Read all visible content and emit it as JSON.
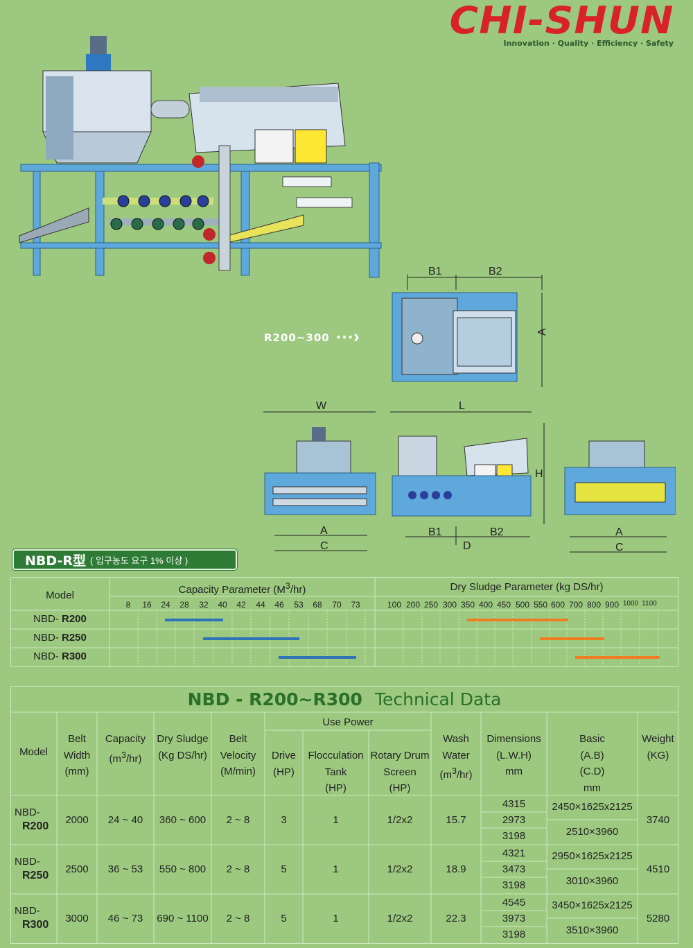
{
  "brand": {
    "logo": "CHI-SHUN",
    "tagline": "Innovation · Quality · Efficiency · Safety",
    "logo_color": "#d8222a"
  },
  "diagram": {
    "arrow_label": "R200~300",
    "labels": {
      "b1": "B1",
      "b2": "B2",
      "a": "A",
      "w": "W",
      "l": "L",
      "h": "H",
      "c": "C",
      "d": "D"
    }
  },
  "section_tag": {
    "name": "NBD-R型",
    "note": "( 입구농도 요구 1% 이상  )"
  },
  "capacity_chart": {
    "model_header": "Model",
    "capacity_title": "Capacity Parameter (M³/hr)",
    "dry_title": "Dry Sludge Parameter (kg DS/hr)",
    "capacity_ticks": [
      "8",
      "16",
      "24",
      "28",
      "32",
      "40",
      "42",
      "44",
      "46",
      "53",
      "68",
      "70",
      "73"
    ],
    "dry_ticks": [
      "100",
      "200",
      "250",
      "300",
      "350",
      "400",
      "450",
      "500",
      "550",
      "600",
      "700",
      "800",
      "900",
      "1000",
      "1100"
    ],
    "rows": [
      {
        "prefix": "NBD- ",
        "model": "R200",
        "capacity": [
          "24",
          "40"
        ],
        "dry": [
          "350",
          "600"
        ]
      },
      {
        "prefix": "NBD- ",
        "model": "R250",
        "capacity": [
          "32",
          "53"
        ],
        "dry": [
          "550",
          "800"
        ]
      },
      {
        "prefix": "NBD- ",
        "model": "R300",
        "capacity": [
          "46",
          "73"
        ],
        "dry": [
          "700",
          "1100"
        ]
      }
    ],
    "colors": {
      "capacity": "#2e73b8",
      "dry": "#ef7d22"
    }
  },
  "tech_table": {
    "title_model": "NBD - R200~R300",
    "title_text": "Technical  Data",
    "headers": {
      "model": "Model",
      "belt_width": [
        "Belt",
        "Width",
        "(mm)"
      ],
      "capacity": [
        "Capacity",
        "(m³/hr)"
      ],
      "dry_sludge": [
        "Dry Sludge",
        "(Kg DS/hr)"
      ],
      "belt_velocity": [
        "Belt",
        "Velocity",
        "(M/min)"
      ],
      "use_power": "Use Power",
      "drive": [
        "Drive",
        "(HP)"
      ],
      "flocculation": [
        "Flocculation",
        "Tank",
        "(HP)"
      ],
      "rotary": [
        "Rotary Drum",
        "Screen",
        "(HP)"
      ],
      "wash": [
        "Wash",
        "Water",
        "(m³/hr)"
      ],
      "dimensions": [
        "Dimensions",
        "(L.W.H)",
        "mm"
      ],
      "basic": [
        "Basic",
        "(A.B)",
        "(C.D)",
        "mm"
      ],
      "weight": [
        "Weight",
        "(KG)"
      ]
    },
    "rows": [
      {
        "prefix": "NBD-",
        "model": "R200",
        "belt_width": "2000",
        "capacity": "24 ~ 40",
        "dry": "360 ~ 600",
        "velocity": "2 ~ 8",
        "drive": "3",
        "floc": "1",
        "rotary": "1/2x2",
        "wash": "15.7",
        "dims": [
          "4315",
          "2973",
          "3198"
        ],
        "basic_ab": "2450×1625x2125",
        "basic_cd": "2510×3960",
        "weight": "3740"
      },
      {
        "prefix": "NBD-",
        "model": "R250",
        "belt_width": "2500",
        "capacity": "36 ~ 53",
        "dry": "550 ~ 800",
        "velocity": "2 ~ 8",
        "drive": "5",
        "floc": "1",
        "rotary": "1/2x2",
        "wash": "18.9",
        "dims": [
          "4321",
          "3473",
          "3198"
        ],
        "basic_ab": "2950×1625x2125",
        "basic_cd": "3010×3960",
        "weight": "4510"
      },
      {
        "prefix": "NBD-",
        "model": "R300",
        "belt_width": "3000",
        "capacity": "46 ~ 73",
        "dry": "690 ~ 1100",
        "velocity": "2 ~ 8",
        "drive": "5",
        "floc": "1",
        "rotary": "1/2x2",
        "wash": "22.3",
        "dims": [
          "4545",
          "3973",
          "3198"
        ],
        "basic_ab": "3450×1625x2125",
        "basic_cd": "3510×3960",
        "weight": "5280"
      }
    ]
  }
}
